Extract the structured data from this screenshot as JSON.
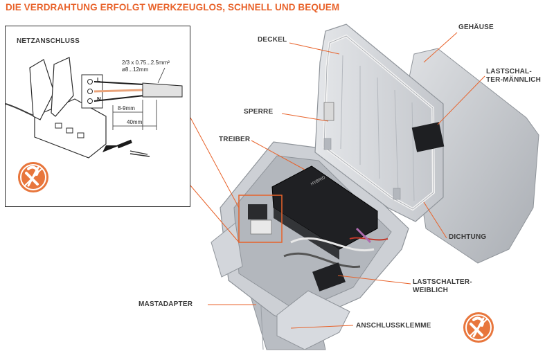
{
  "title": "DIE VERDRAHTUNG ERFOLGT WERKZEUGLOS, SCHNELL UND BEQUEM",
  "inset": {
    "label": "NETZANSCHLUSS",
    "spec_line1": "2/3 x 0.75...2.5mm²",
    "spec_line2": "ø8...12mm",
    "dim_strip": "8-9mm",
    "dim_total": "40mm",
    "terminal_L": "L",
    "terminal_N": "N"
  },
  "labels": {
    "deckel": "DECKEL",
    "gehaeuse": "GEHÄUSE",
    "lastschalter_m_1": "LASTSCHAL-",
    "lastschalter_m_2": "TER-MÄNNLICH",
    "sperre": "SPERRE",
    "treiber": "TREIBER",
    "dichtung": "DICHTUNG",
    "lastschalter_w_1": "LASTSCHALTER-",
    "lastschalter_w_2": "WEIBLICH",
    "mastadapter": "MASTADAPTER",
    "anschlussklemme": "ANSCHLUSSKLEMME"
  },
  "colors": {
    "accent": "#e8622a",
    "badge": "#e8763c",
    "housing": "#c9ccd1",
    "housing_dark": "#9ea3aa",
    "label": "#3a3a3a"
  },
  "icons": [
    "no-tools-icon"
  ]
}
